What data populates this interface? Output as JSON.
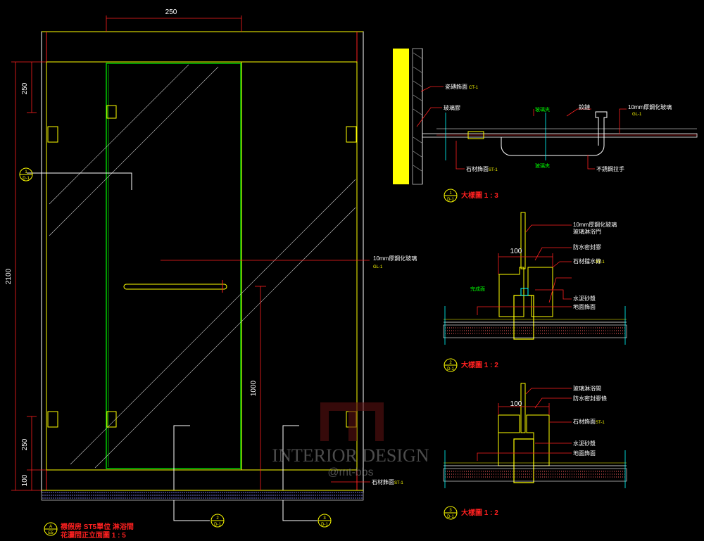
{
  "dimensions": {
    "top_width": "250",
    "total_height": "2100",
    "top_offset": "250",
    "bottom_offset": "250",
    "base_offset": "100",
    "handle_height": "1000",
    "gap_detail_b": "100",
    "gap_detail_c": "100"
  },
  "elevation": {
    "title_line1": "襟假房 ST5單位 淋浴間",
    "title_line2": "花灑間正立面圖 1 : 5",
    "marker_main": "A",
    "marker_main_ref": "E5",
    "callout_glass": "10mm厚鋼化玻璃",
    "callout_glass_ref": "GL-1",
    "callout_stone": "石材飾面",
    "callout_stone_ref": "ST-1",
    "section_marker_1": "1",
    "section_marker_1_ref": "D-1",
    "section_marker_2": "2",
    "section_marker_2_ref": "D-1",
    "section_marker_3": "3",
    "section_marker_3_ref": "D-1"
  },
  "detail_1": {
    "title": "大樣圖 1 : 3",
    "marker": "1",
    "marker_ref": "D-1",
    "label_wall": "瓷磚飾面",
    "label_wall_ref": "CT-1",
    "label_sealant": "玻璃膠",
    "label_glass_clamp": "玻璃夾",
    "label_glass_clamp2": "玻璃夾",
    "label_hinge": "鉸鏈",
    "label_glass": "10mm厚鋼化玻璃",
    "label_glass_ref": "GL-1",
    "label_stone": "石材飾面",
    "label_stone_ref": "ST-1",
    "label_handle": "不銹鋼拉手"
  },
  "detail_2": {
    "title": "大樣圖 1 : 2",
    "marker": "2",
    "marker_ref": "D-1",
    "label_glass": "10mm厚鋼化玻璃",
    "label_glass2": "玻璃淋浴門",
    "label_sealant": "防水密封膠",
    "label_stone": "石材擋水條",
    "label_stone_ref": "ST-1",
    "label_mortar": "水泥砂漿",
    "label_floor": "地面飾面",
    "label_green": "完成面"
  },
  "detail_3": {
    "title": "大樣圖 1 : 2",
    "marker": "3",
    "marker_ref": "D-1",
    "label_glass": "玻璃淋浴間",
    "label_sealant": "防水密封膠條",
    "label_stone": "石材飾面",
    "label_stone_ref": "ST-1",
    "label_mortar": "水泥砂漿",
    "label_floor": "地面飾面"
  },
  "watermark": {
    "line1": "INTERIOR DESIGN",
    "line2": "@mt-bbs"
  },
  "colors": {
    "background": "#000000",
    "frame": "#ff2020",
    "door_frame": "#ffff00",
    "glass_panel": "#00ff00",
    "hatch": "#ffffff",
    "leader": "#ff2020",
    "wall_fill": "#ffff00"
  }
}
